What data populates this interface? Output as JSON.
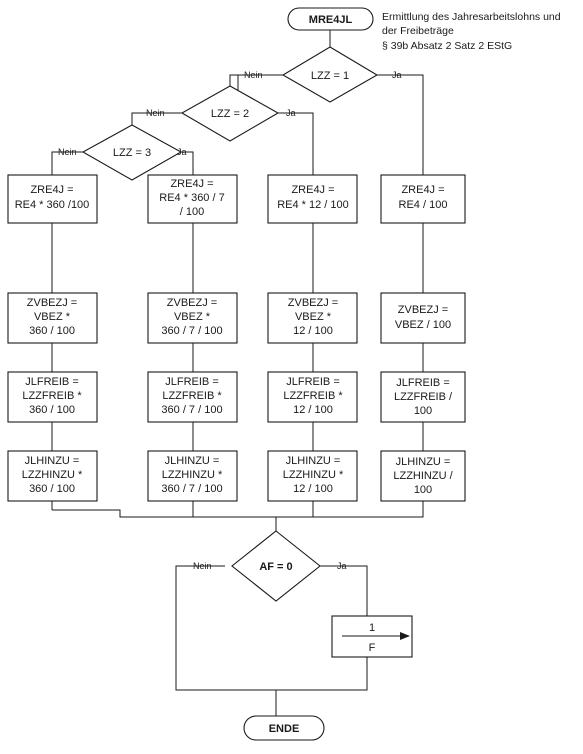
{
  "header": {
    "start": "MRE4JL",
    "description": [
      "Ermittlung des Jahresarbeitslohns und",
      "der Freibeträge",
      "§ 39b Absatz 2 Satz 2 EStG"
    ]
  },
  "decisions": {
    "lzz1": "LZZ = 1",
    "lzz2": "LZZ = 2",
    "lzz3": "LZZ = 3",
    "af": "AF = 0",
    "yes": "Ja",
    "no": "Nein"
  },
  "columns": [
    {
      "zre4j": [
        "ZRE4J =",
        "RE4 * 360 /100"
      ],
      "zvbezj": [
        "ZVBEZJ =",
        "VBEZ *",
        "360 / 100"
      ],
      "jlfreib": [
        "JLFREIB =",
        "LZZFREIB *",
        "360 / 100"
      ],
      "jlhinzu": [
        "JLHINZU =",
        "LZZHINZU *",
        "360 / 100"
      ]
    },
    {
      "zre4j": [
        "ZRE4J =",
        "RE4 * 360 / 7",
        "/ 100"
      ],
      "zvbezj": [
        "ZVBEZJ =",
        "VBEZ *",
        "360 / 7 / 100"
      ],
      "jlfreib": [
        "JLFREIB =",
        "LZZFREIB *",
        "360 / 7 / 100"
      ],
      "jlhinzu": [
        "JLHINZU =",
        "LZZHINZU *",
        "360 / 7 / 100"
      ]
    },
    {
      "zre4j": [
        "ZRE4J =",
        "RE4 * 12 / 100"
      ],
      "zvbezj": [
        "ZVBEZJ =",
        "VBEZ *",
        "12 / 100"
      ],
      "jlfreib": [
        "JLFREIB =",
        "LZZFREIB *",
        "12 / 100"
      ],
      "jlhinzu": [
        "JLHINZU =",
        "LZZHINZU *",
        "12 / 100"
      ]
    },
    {
      "zre4j": [
        "ZRE4J =",
        "RE4 / 100"
      ],
      "zvbezj": [
        "ZVBEZJ =",
        "VBEZ / 100"
      ],
      "jlfreib": [
        "JLFREIB =",
        "LZZFREIB /",
        "100"
      ],
      "jlhinzu": [
        "JLHINZU =",
        "LZZHINZU /",
        "100"
      ]
    }
  ],
  "f_box": {
    "numerator": "1",
    "denominator": "F"
  },
  "end": "ENDE"
}
